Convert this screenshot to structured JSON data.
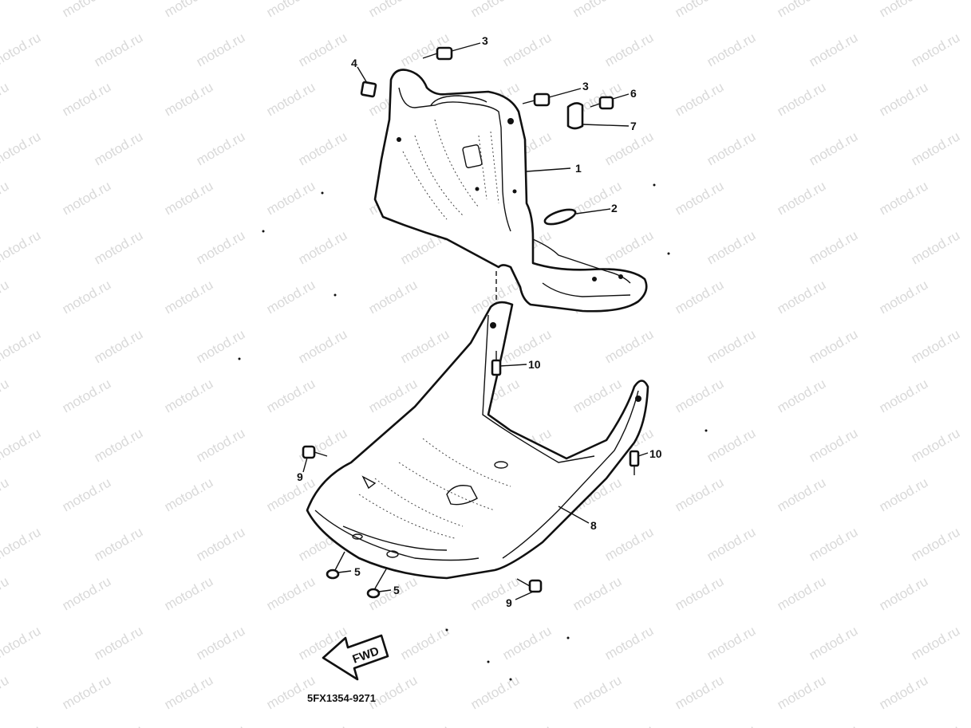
{
  "watermark": {
    "text": "motod.ru"
  },
  "diagram": {
    "drawing_code": "5FX1354-9271",
    "direction_label": "FWD",
    "callouts": [
      "1",
      "2",
      "3",
      "3",
      "4",
      "5",
      "5",
      "6",
      "7",
      "8",
      "9",
      "9",
      "10",
      "10"
    ]
  },
  "colors": {
    "ink": "#111111",
    "watermark": "#d9d9d9",
    "background": "#ffffff"
  }
}
